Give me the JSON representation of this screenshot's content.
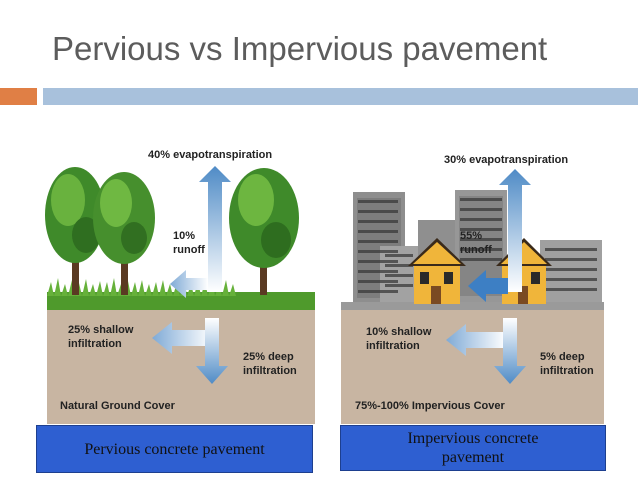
{
  "slide": {
    "title": "Pervious vs Impervious pavement"
  },
  "colors": {
    "accent_orange": "#e07f45",
    "accent_blue": "#a8c1dc",
    "caption_blue": "#2e5fd1",
    "ground": "#c8b5a2",
    "arrow_blue": "#5b93c9"
  },
  "pervious": {
    "evapotranspiration": "40% evapotranspiration",
    "runoff_pct": "10%",
    "runoff_word": "runoff",
    "shallow_1": "25% shallow",
    "shallow_2": "infiltration",
    "deep_1": "25% deep",
    "deep_2": "infiltration",
    "cover": "Natural Ground Cover",
    "caption": "Pervious concrete pavement"
  },
  "impervious": {
    "evapotranspiration": "30% evapotranspiration",
    "runoff_pct": "55%",
    "runoff_word": "runoff",
    "shallow_1": "10% shallow",
    "shallow_2": "infiltration",
    "deep_1": "5% deep",
    "deep_2": "infiltration",
    "cover": "75%-100% Impervious Cover",
    "caption_line1": "Impervious concrete",
    "caption_line2": "pavement"
  }
}
